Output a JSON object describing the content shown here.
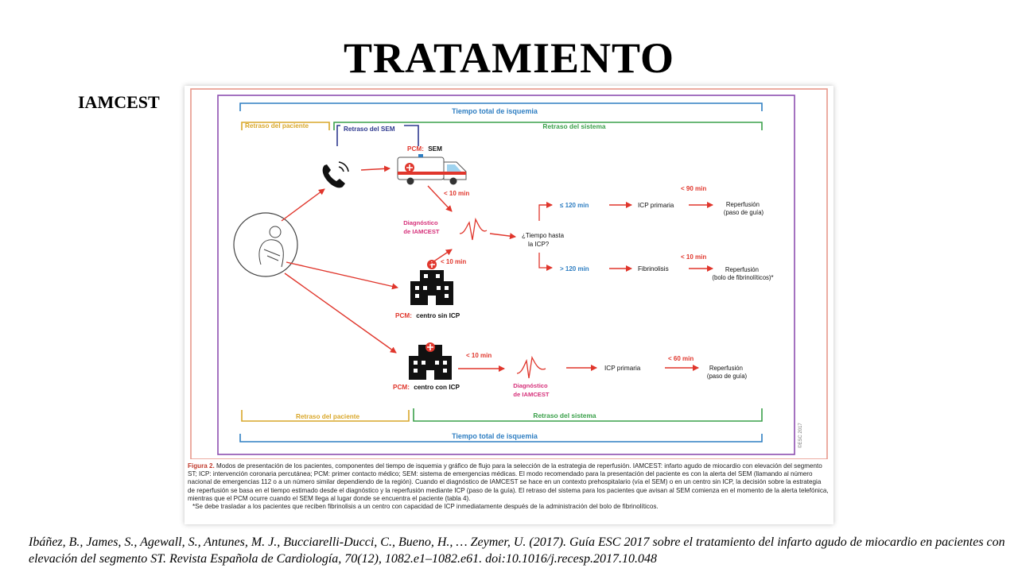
{
  "slide": {
    "title": "TRATAMIENTO",
    "side_label": "IAMCEST"
  },
  "figure": {
    "bars": {
      "total_top": "Tiempo total de isquemia",
      "patient_top": "Retraso del paciente",
      "sem_top": "Retraso del SEM",
      "system_top": "Retraso del sistema",
      "patient_bottom": "Retraso del paciente",
      "system_bottom": "Retraso del sistema",
      "total_bottom": "Tiempo total de isquemia"
    },
    "nodes": {
      "pcm_sem_prefix": "PCM:",
      "pcm_sem_value": "SEM",
      "pcm_no_icp_prefix": "PCM:",
      "pcm_no_icp_value": "centro sin ICP",
      "pcm_icp_prefix": "PCM:",
      "pcm_icp_value": "centro con ICP",
      "diag1_line1": "Diagnóstico",
      "diag1_line2": "de IAMCEST",
      "diag2_line1": "Diagnóstico",
      "diag2_line2": "de IAMCEST",
      "question_line1": "¿Tiempo hasta",
      "question_line2": "la ICP?",
      "le120": "≤ 120 min",
      "gt120": "> 120 min",
      "icp_primary_1": "ICP primaria",
      "icp_primary_2": "ICP primaria",
      "fibrinolysis": "Fibrinolisis",
      "reperf1_line1": "Reperfusión",
      "reperf1_line2": "(paso de guía)",
      "reperf2_line1": "Reperfusión",
      "reperf2_line2": "(bolo de fibrinolíticos)*",
      "reperf3_line1": "Reperfusión",
      "reperf3_line2": "(paso de guía)",
      "lt10_a": "< 10 min",
      "lt10_b": "< 10 min",
      "lt10_c": "< 10 min",
      "lt10_d": "< 10 min",
      "lt90": "< 90 min",
      "lt60": "< 60 min",
      "copyright": "©ESC 2017"
    },
    "caption": {
      "label": "Figura 2.",
      "text": "Modos de presentación de los pacientes, componentes del tiempo de isquemia y gráfico de flujo para la selección de la estrategia de reperfusión. IAMCEST: infarto agudo de miocardio con elevación del segmento ST; ICP: intervención coronaria percutánea; PCM: primer contacto médico; SEM: sistema de emergencias médicas. El modo recomendado para la presentación del paciente es con la alerta del SEM (llamando al número nacional de emergencias 112 o a un número similar dependiendo de la región). Cuando el diagnóstico de IAMCEST se hace en un contexto prehospitalario (vía el SEM) o en un centro sin ICP, la decisión sobre la estrategia de reperfusión se basa en el tiempo estimado desde el diagnóstico y la reperfusión mediante ICP (paso de la guía). El retraso del sistema para los pacientes que avisan al SEM comienza en el momento de la alerta telefónica, mientras que el PCM ocurre cuando el SEM llega al lugar donde se encuentra el paciente (tabla 4).",
      "note": "*Se debe trasladar a los pacientes que reciben fibrinolisis a un centro con capacidad de ICP inmediatamente después de la administración del bolo de fibrinolíticos."
    }
  },
  "citation": "Ibáñez, B., James, S., Agewall, S., Antunes, M. J., Bucciarelli-Ducci, C., Bueno, H., … Zeymer, U. (2017). Guía ESC 2017 sobre el tratamiento del infarto agudo de miocardio en pacientes con elevación del segmento ST. Revista Española de Cardiología, 70(12), 1082.e1–1082.e61. doi:10.1016/j.recesp.2017.10.048",
  "colors": {
    "arrow": "#e0362c",
    "total_bar": "#2e7ec2",
    "patient_bar": "#d9a72a",
    "sem_bar": "#2f3a8f",
    "system_bar": "#3aa04a",
    "outer_frame": "#e8988a",
    "purple_frame": "#8e4fb0",
    "diag_text": "#d6307a"
  }
}
